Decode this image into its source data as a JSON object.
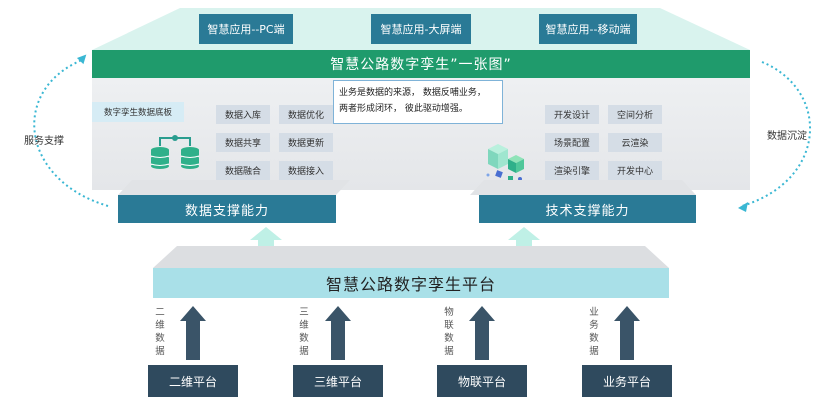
{
  "top_apps": [
    "智慧应用--PC端",
    "智慧应用-大屏端",
    "智慧应用--移动端"
  ],
  "one_map_title": "智慧公路数字孪生”一张图”",
  "tooltip_lines": [
    "业务是数据的来源，  数据反哺业务，",
    "两者形成闭环，  彼此驱动增强。"
  ],
  "left_panel": {
    "base_label": "数字孪生数据底板",
    "chips": [
      "数据入库",
      "数据优化",
      "数据共享",
      "数据更新",
      "数据融合",
      "数据接入"
    ],
    "title": "数据支撑能力",
    "icon": "database-sync-icon"
  },
  "right_panel": {
    "chips": [
      "开发设计",
      "空间分析",
      "场景配置",
      "云渲染",
      "渲染引擎",
      "开发中心"
    ],
    "title": "技术支撑能力",
    "icon": "isometric-cubes-icon"
  },
  "side_labels": {
    "left": "服务支撑",
    "right": "数据沉淀"
  },
  "platform_title": "智慧公路数字孪生平台",
  "sources": [
    {
      "box": "二维平台",
      "flow": "二维数据"
    },
    {
      "box": "三维平台",
      "flow": "三维数据"
    },
    {
      "box": "物联平台",
      "flow": "物联数据"
    },
    {
      "box": "业务平台",
      "flow": "业务数据"
    }
  ],
  "colors": {
    "teal_box": "#2a7a96",
    "green_bar": "#1f9b6c",
    "navy_box": "#2f4a5e",
    "platform": "#a9e0e8",
    "panel_gray": "#e4e6e9",
    "chip": "#d5dde6",
    "dotted_arrow": "#3ab7d3",
    "up_arrow": "#bff0e6"
  }
}
